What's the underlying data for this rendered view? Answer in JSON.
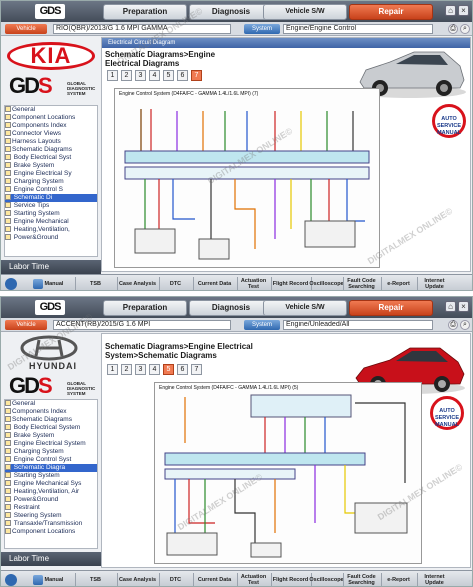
{
  "screens": [
    {
      "nav": {
        "logo": "GDS",
        "tabs": [
          "Preparation",
          "Diagnosis",
          "Vehicle S/W Management",
          "Repair"
        ],
        "active": "Repair"
      },
      "vehicle_button": "Vehicle",
      "vehicle_field": "RIO(QBR)/2013/G 1.6 MPI GAMMA",
      "system_button": "System",
      "system_field": "Engine/Engine Control",
      "panel_title": "Electrical Circuit Diagram",
      "brand": "KIA",
      "gds_sub": "GLOBAL DIAGNOSTIC SYSTEM",
      "breadcrumb": "Schematic Diagrams>Engine Electrical Diagrams",
      "pages": [
        "1",
        "2",
        "3",
        "4",
        "5",
        "6",
        "7"
      ],
      "active_page": "7",
      "diagram_title": "Engine Control System (D4FA/FC - GAMMA 1.4L/1.6L MPI) (7)",
      "tree": [
        {
          "label": "General",
          "sel": false
        },
        {
          "label": "Component Locations",
          "sel": false
        },
        {
          "label": "Components Index",
          "sel": false
        },
        {
          "label": "Connector Views",
          "sel": false
        },
        {
          "label": "Harness Layouts",
          "sel": false
        },
        {
          "label": "Schematic Diagrams",
          "sel": false
        },
        {
          "label": " Body Electrical Syst",
          "sel": false
        },
        {
          "label": " Brake System",
          "sel": false
        },
        {
          "label": " Engine Electrical Sy",
          "sel": false
        },
        {
          "label": "   Charging System",
          "sel": false
        },
        {
          "label": "   Engine Control S",
          "sel": false
        },
        {
          "label": "     Schematic Di",
          "sel": true
        },
        {
          "label": "     Service Tips",
          "sel": false
        },
        {
          "label": "   Starting System",
          "sel": false
        },
        {
          "label": " Engine Mechanical",
          "sel": false
        },
        {
          "label": " Heating,Ventilation,",
          "sel": false
        },
        {
          "label": " Power&Ground",
          "sel": false
        }
      ],
      "labor": "Labor Time",
      "seal": "AUTO SERVICE MANUAL",
      "bottom_tabs": [
        "Manual",
        "TSB",
        "Case Analysis",
        "DTC",
        "Current Data",
        "Actuation Test",
        "Flight Record",
        "Oscilloscope",
        "Fault Code Searching",
        "e-Report",
        "Internet Update"
      ],
      "watermarks": [
        "DIGITALMEX ONLINE©",
        "DIGITALMEX ONLINE©",
        "DIGITALMEX ONLINE©"
      ]
    },
    {
      "nav": {
        "logo": "GDS",
        "tabs": [
          "Preparation",
          "Diagnosis",
          "Vehicle S/W Management",
          "Repair"
        ],
        "active": "Repair"
      },
      "vehicle_button": "Vehicle",
      "vehicle_field": "ACCENT(RB)/2015/G 1.6 MPI",
      "system_button": "System",
      "system_field": "Engine/Unleaded/All",
      "panel_title": "",
      "brand": "HYUNDAI",
      "gds_sub": "GLOBAL DIAGNOSTIC SYSTEM",
      "breadcrumb": "Schematic Diagrams>Engine Electrical System>Schematic Diagrams",
      "pages": [
        "1",
        "2",
        "3",
        "4",
        "5",
        "6",
        "7"
      ],
      "active_page": "5",
      "diagram_title": "Engine Control System (D4FA/FC - GAMMA 1.4L/1.6L MPI) (5)",
      "tree": [
        {
          "label": "General",
          "sel": false
        },
        {
          "label": "Components Index",
          "sel": false
        },
        {
          "label": "Schematic Diagrams",
          "sel": false
        },
        {
          "label": " Body Electrical System",
          "sel": false
        },
        {
          "label": " Brake System",
          "sel": false
        },
        {
          "label": " Engine Electrical System",
          "sel": false
        },
        {
          "label": "   Charging System",
          "sel": false
        },
        {
          "label": "   Engine Control Syst",
          "sel": false
        },
        {
          "label": "     Schematic Diagra",
          "sel": true
        },
        {
          "label": "   Starting System",
          "sel": false
        },
        {
          "label": " Engine Mechanical Sys",
          "sel": false
        },
        {
          "label": " Heating,Ventilation, Air",
          "sel": false
        },
        {
          "label": " Power&Ground",
          "sel": false
        },
        {
          "label": " Restraint",
          "sel": false
        },
        {
          "label": " Steering System",
          "sel": false
        },
        {
          "label": " Transaxle/Transmission",
          "sel": false
        },
        {
          "label": "Component Locations",
          "sel": false
        }
      ],
      "labor": "Labor Time",
      "seal": "AUTO SERVICE MANUAL",
      "bottom_tabs": [
        "Manual",
        "TSB",
        "Case Analysis",
        "DTC",
        "Current Data",
        "Actuation Test",
        "Flight Record",
        "Oscilloscope",
        "Fault Code Searching",
        "e-Report",
        "Internet Update"
      ],
      "watermarks": [
        "DIGITALMEX ONLINE©",
        "DIGITALMEX ONLINE©",
        "DIGITALMEX ONLINE©"
      ]
    }
  ],
  "colors": {
    "accent": "#c8421b",
    "brand_red": "#d8121b",
    "selection": "#3366cc"
  }
}
